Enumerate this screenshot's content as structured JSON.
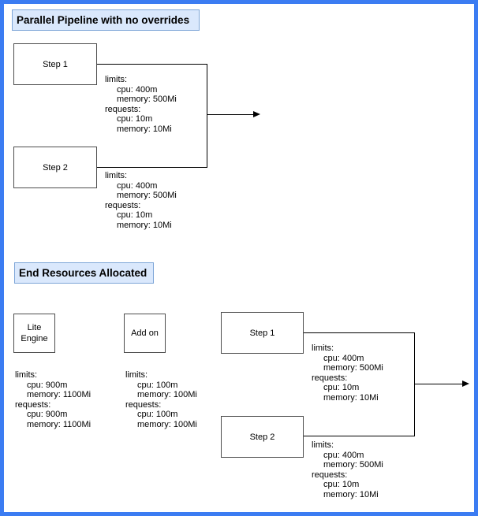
{
  "colors": {
    "frame_border": "#3b7cf2",
    "title_fill": "#dae8fc",
    "title_border": "#7ea6d8",
    "node_border": "#4d4d4d",
    "connector": "#000000"
  },
  "sections": {
    "pipeline": {
      "title": "Parallel Pipeline with no overrides",
      "steps": [
        {
          "label": "Step 1",
          "resources": [
            "limits:",
            "cpu: 400m",
            "memory: 500Mi",
            "requests:",
            "cpu: 10m",
            "memory: 10Mi"
          ]
        },
        {
          "label": "Step 2",
          "resources": [
            "limits:",
            "cpu: 400m",
            "memory: 500Mi",
            "requests:",
            "cpu: 10m",
            "memory: 10Mi"
          ]
        }
      ]
    },
    "end": {
      "title": "End Resources Allocated",
      "lite_engine": {
        "label_lines": [
          "Lite",
          "Engine"
        ],
        "resources": [
          "limits:",
          "cpu: 900m",
          "memory: 1100Mi",
          "requests:",
          "cpu: 900m",
          "memory: 1100Mi"
        ]
      },
      "add_on": {
        "label": "Add on",
        "resources": [
          "limits:",
          "cpu: 100m",
          "memory: 100Mi",
          "requests:",
          "cpu: 100m",
          "memory: 100Mi"
        ]
      },
      "steps": [
        {
          "label": "Step 1",
          "resources": [
            "limits:",
            "cpu: 400m",
            "memory: 500Mi",
            "requests:",
            "cpu: 10m",
            "memory: 10Mi"
          ]
        },
        {
          "label": "Step 2",
          "resources": [
            "limits:",
            "cpu: 400m",
            "memory: 500Mi",
            "requests:",
            "cpu: 10m",
            "memory: 10Mi"
          ]
        }
      ]
    }
  }
}
